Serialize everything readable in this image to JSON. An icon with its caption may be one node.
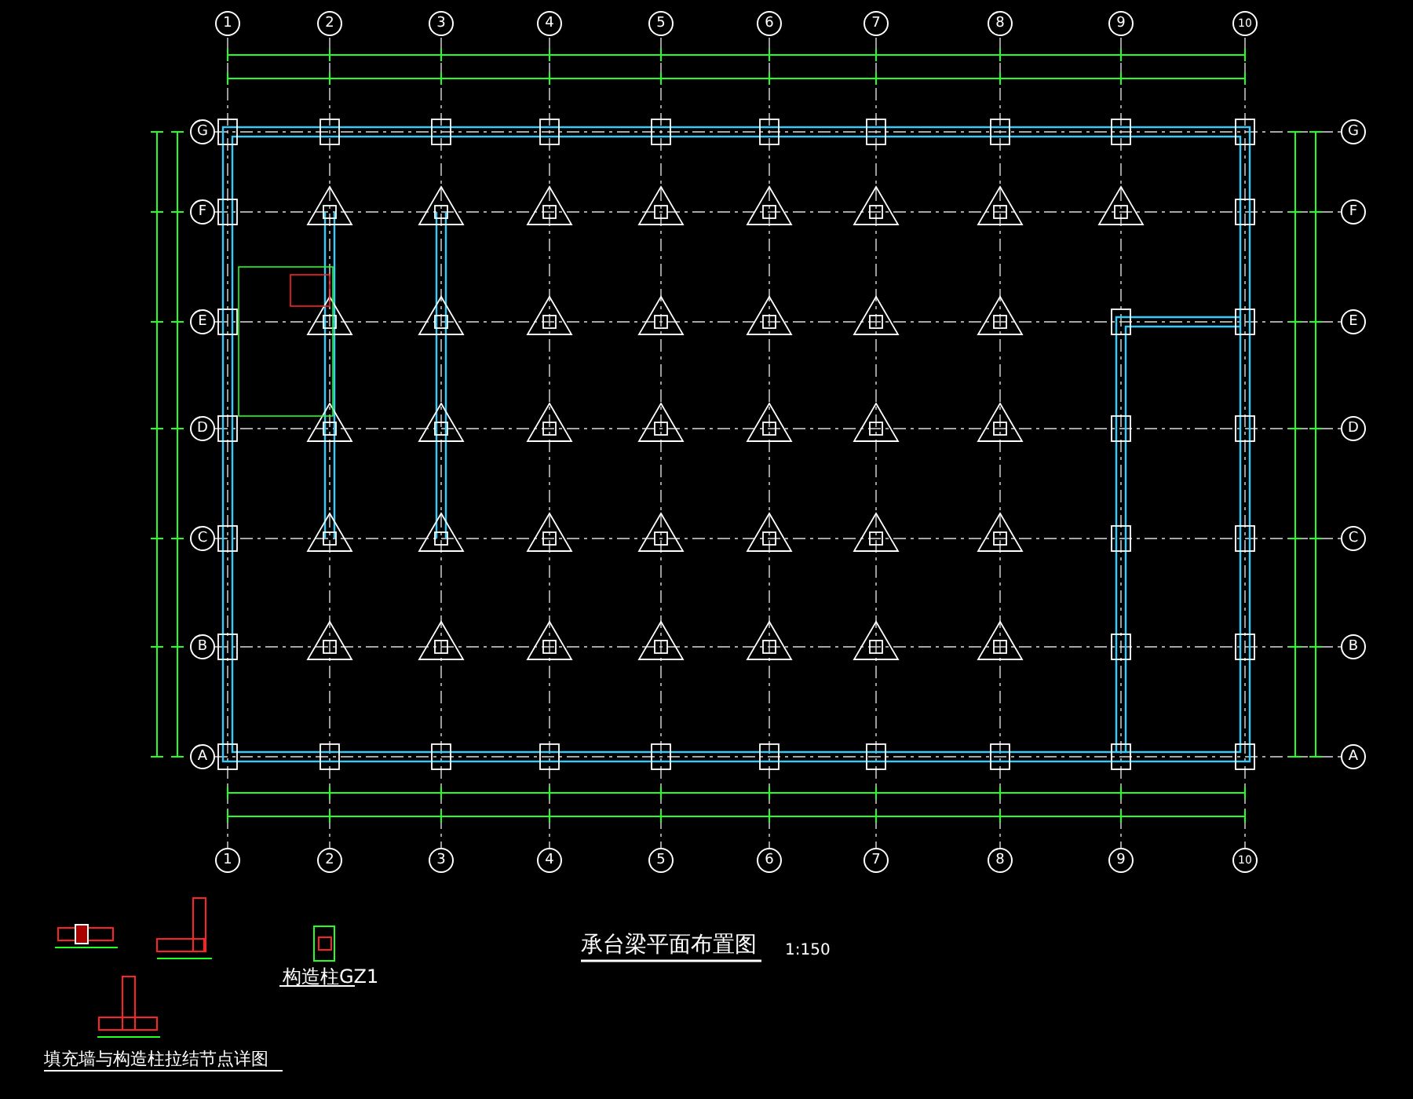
{
  "diagram": {
    "title": "承台梁平面布置图",
    "labels": [
      "1",
      "2",
      "3",
      "4",
      "5",
      "6",
      "7",
      "8",
      "9",
      "10",
      "G",
      "G",
      "F",
      "F",
      "E",
      "E",
      "D",
      "D",
      "C",
      "C",
      "B",
      "B",
      "A",
      "A",
      "1",
      "2",
      "3",
      "4",
      "5",
      "6",
      "7",
      "8",
      "9",
      "10",
      "1:150",
      "填充墙与构造柱拉结节点详图",
      "构造柱GZ1"
    ]
  }
}
